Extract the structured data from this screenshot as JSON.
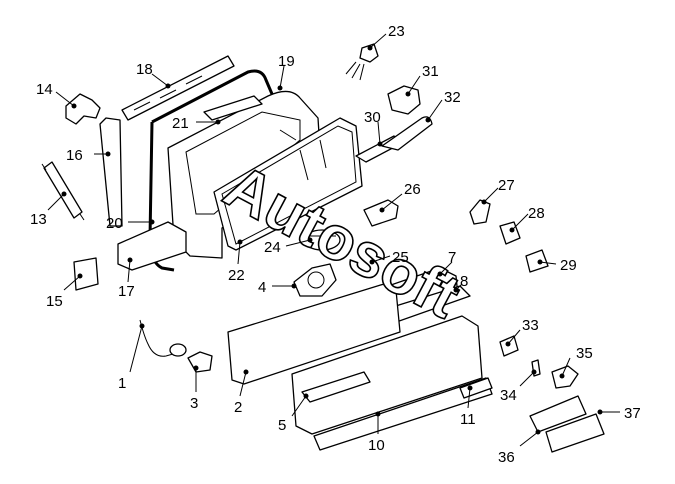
{
  "watermark": "Autosoft",
  "callouts": [
    "1",
    "2",
    "3",
    "4",
    "5",
    "7",
    "8",
    "10",
    "11",
    "13",
    "14",
    "15",
    "16",
    "17",
    "18",
    "19",
    "20",
    "21",
    "22",
    "23",
    "24",
    "25",
    "26",
    "27",
    "28",
    "29",
    "30",
    "31",
    "32",
    "33",
    "34",
    "35",
    "36",
    "37"
  ]
}
